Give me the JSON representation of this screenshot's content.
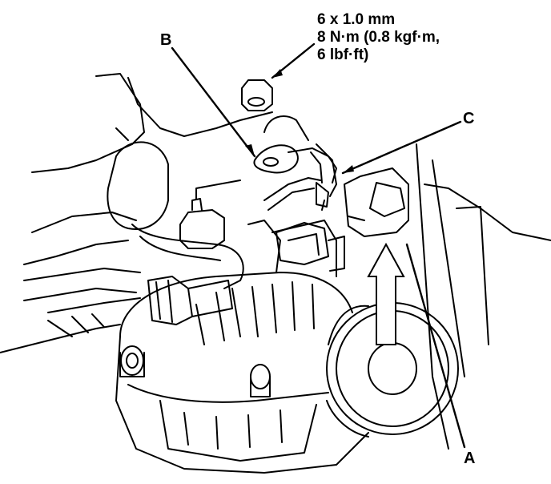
{
  "torque_spec": {
    "line1": "6 x 1.0 mm",
    "line2": "8 N·m (0.8 kgf·m,",
    "line3": "6 lbf·ft)"
  },
  "callouts": {
    "a": "A",
    "b": "B",
    "c": "C"
  },
  "colors": {
    "line": "#000000",
    "background": "#ffffff"
  }
}
